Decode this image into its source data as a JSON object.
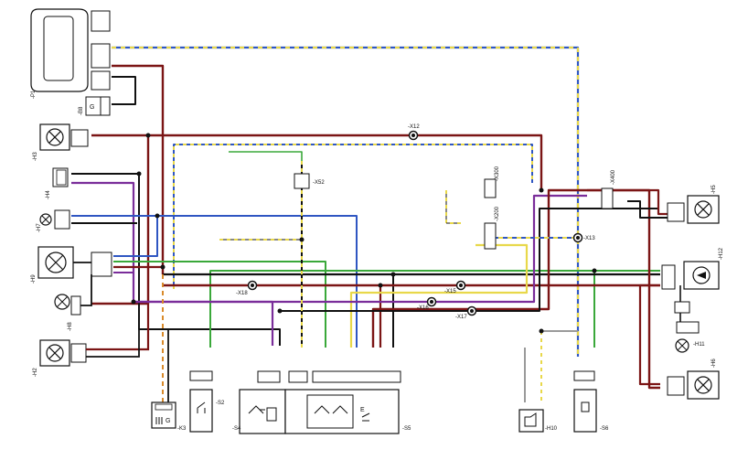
{
  "colors": {
    "brown": "#7b1515",
    "black": "#111111",
    "blue": "#2f56c2",
    "green": "#3aa83a",
    "purple": "#7a2d9a",
    "yellow": "#e8d84a",
    "yellow_green": "#c9d84a",
    "gray": "#9a9a9a",
    "orange": "#d98a2a"
  },
  "components": {
    "P1": "-P1",
    "B8": "-B8",
    "H3": "-H3",
    "H4": "-H4",
    "H7": "-H7",
    "H9": "-H9",
    "H8": "-H8",
    "H2": "-H2",
    "H5": "-H5",
    "H12": "-H12",
    "H11": "-H11",
    "H6": "-H6",
    "K3": "-K3",
    "S2": "-S2",
    "S4": "-S4",
    "S5": "-S5",
    "S6": "-S6",
    "H10": "-H10"
  },
  "connectors": {
    "X12": "-X12",
    "X52": "-X52",
    "X13": "-X13",
    "X300": "-X300",
    "X200": "-X200",
    "X400": "-X400",
    "X15": "-X15",
    "X16": "-X16",
    "X17": "-X17",
    "X18": "-X18"
  },
  "glyphs": {
    "g_symbol": "G",
    "e_symbol": "E"
  }
}
